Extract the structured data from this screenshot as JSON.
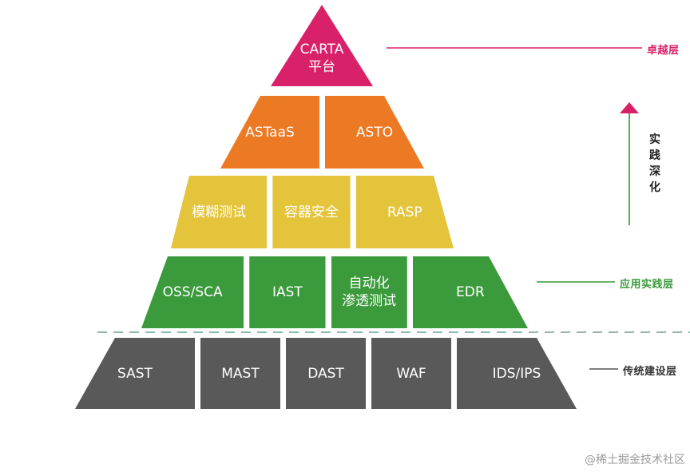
{
  "colors": {
    "top": "#d9216a",
    "orange": "#ec7a24",
    "yellow": "#e3c43b",
    "green": "#3b9a3c",
    "gray": "#595959",
    "divider": "#8fb8a8",
    "arrow": "#d9216a",
    "arrow_stem": "#4caf50"
  },
  "pyramid": {
    "tiers": [
      {
        "segments": [
          {
            "label": "CARTA\n平台"
          }
        ]
      },
      {
        "segments": [
          {
            "label": "ASTaaS"
          },
          {
            "label": "ASTO"
          }
        ]
      },
      {
        "segments": [
          {
            "label": "模糊测试"
          },
          {
            "label": "容器安全"
          },
          {
            "label": "RASP"
          }
        ]
      },
      {
        "segments": [
          {
            "label": "OSS/SCA"
          },
          {
            "label": "IAST"
          },
          {
            "label": "自动化\n渗透测试"
          },
          {
            "label": "EDR"
          }
        ]
      },
      {
        "segments": [
          {
            "label": "SAST"
          },
          {
            "label": "MAST"
          },
          {
            "label": "DAST"
          },
          {
            "label": "WAF"
          },
          {
            "label": "IDS/IPS"
          }
        ]
      }
    ]
  },
  "layers": {
    "top": {
      "label": "卓越层",
      "color": "#d9216a"
    },
    "middle": {
      "label": "应用实践层",
      "color": "#3b9a3c"
    },
    "bottom": {
      "label": "传统建设层",
      "color": "#333333"
    }
  },
  "arrow_label": "实践深化",
  "watermark": "@稀土掘金技术社区"
}
